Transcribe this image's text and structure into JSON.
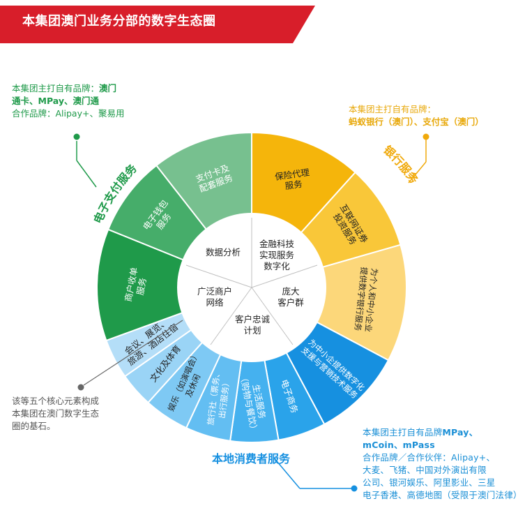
{
  "header": {
    "title": "本集团澳门业务分部的数字生态圈"
  },
  "colors": {
    "brand_red": "#d81e2a",
    "payment_green": "#1f9a4a",
    "banking_yellow": "#f5b50b",
    "local_blue": "#1690e0"
  },
  "notes": {
    "payment": {
      "own_prefix": "本集团主打自有品牌：",
      "own_brands_1": "澳门",
      "own_brands_2": "通卡、MPay、澳门通",
      "partner": "合作品牌：Alipay+、聚易用"
    },
    "banking": {
      "own_prefix": "本集团主打自有品牌：",
      "own_brands": "蚂蚁银行（澳门）、支付宝（澳门）"
    },
    "core": {
      "line1": "该等五个核心元素构成",
      "line2": "本集团在澳门数字生态",
      "line3": "圈的基石。"
    },
    "local": {
      "line1_prefix": "本集团主打自有品牌",
      "line1_brand": "MPay、",
      "line2_brand": "mCoin、mPass",
      "line3": "合作品牌／合作伙伴：Alipay+、",
      "line4": "大麦、飞猪、中国对外演出有限",
      "line5": "公司、银河娱乐、阿里影业、三星",
      "line6": "电子香港、高德地图（受限于澳门法律）"
    }
  },
  "segments": {
    "payment_card": [
      "支付卡及",
      "配套服务"
    ],
    "e_wallet": [
      "电子钱包",
      "服务"
    ],
    "merchant_acquiring": [
      "商户收单",
      "服务"
    ],
    "insurance": [
      "保险代理",
      "服务"
    ],
    "internet_securities": [
      "互联网证券",
      "投资服务"
    ],
    "digital_banking": [
      "为个人和中小企业",
      "提供数字银行服务"
    ],
    "sme_marketing": [
      "为中小企提供数字化",
      "支援与营销技术服务"
    ],
    "e_commerce": [
      "电子商务"
    ],
    "lifestyle": [
      "生活服务",
      "（购物与餐饮）"
    ],
    "travel": [
      "旅行社（票务、",
      "出行服务）"
    ],
    "entertainment": [
      "娱乐（如演唱会）",
      "及休闲"
    ],
    "culture_sports": [
      "文化及体育"
    ],
    "convention": [
      "会议、展览、",
      "旅游、酒店住宿"
    ]
  },
  "categories": {
    "payment": "电子支付服务",
    "banking": "银行服务",
    "local": "本地消费者服务"
  },
  "core": {
    "data_analytics": "数据分析",
    "fintech": [
      "金融科技",
      "实现服务",
      "数字化"
    ],
    "merchant_network": [
      "广泛商户",
      "网络"
    ],
    "customer_base": [
      "庞大",
      "客户群"
    ],
    "loyalty": [
      "客户忠诚",
      "计划"
    ]
  }
}
